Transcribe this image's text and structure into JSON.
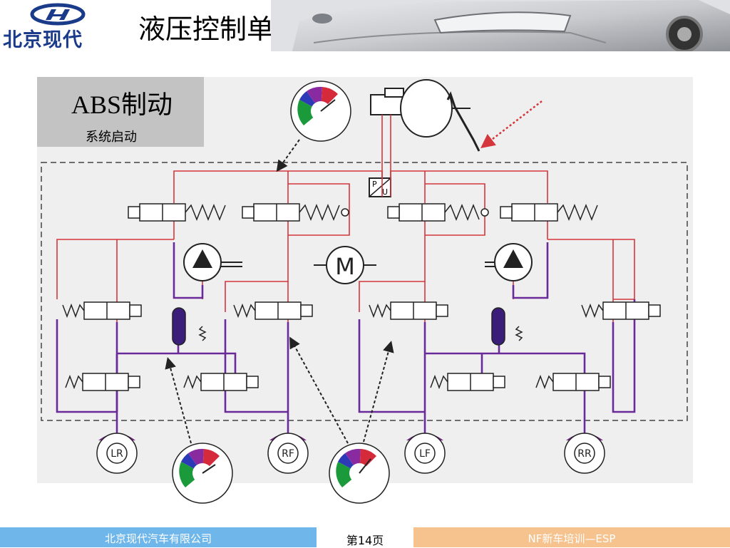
{
  "header": {
    "brand": "北京现代",
    "title": "液压控制单元"
  },
  "panel": {
    "title": "ABS制动",
    "subtitle": "系统启动"
  },
  "diagram": {
    "sensor_label": "P/U",
    "motor_label": "M",
    "wheels": [
      "LR",
      "RF",
      "LF",
      "RR"
    ]
  },
  "footer": {
    "company": "北京现代汽车有限公司",
    "page": "第14页",
    "course": "NF新车培训—ESP"
  },
  "colors": {
    "high_pressure": "#d4363c",
    "low_pressure": "#6a2a9a",
    "footer_left": "#6fb7ea",
    "footer_right": "#f6c28e",
    "brand_blue": "#1a3a8a"
  }
}
